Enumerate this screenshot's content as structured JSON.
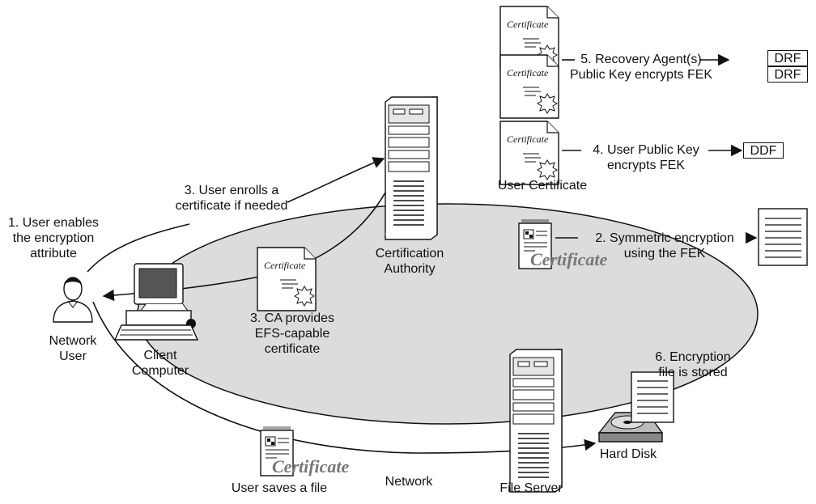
{
  "labels": {
    "user_enables": [
      "1. User enables",
      "the encryption",
      "attribute"
    ],
    "network_user": [
      "Network",
      "User"
    ],
    "client_computer": [
      "Client",
      "Computer"
    ],
    "user_enrolls": [
      "3. User enrolls a",
      "certificate if needed"
    ],
    "certification_authority": [
      "Certification",
      "Authority"
    ],
    "ca_provides": [
      "3. CA provides",
      "EFS-capable",
      "certificate"
    ],
    "recovery_agent": [
      "5. Recovery Agent(s)",
      "Public Key encrypts FEK"
    ],
    "user_public_key": [
      "4. User Public Key",
      "encrypts FEK"
    ],
    "user_certificate": "User Certificate",
    "symmetric": [
      "2. Symmetric encryption",
      "using the FEK"
    ],
    "encryption_stored": [
      "6. Encryption",
      "file is stored"
    ],
    "hard_disk": "Hard Disk",
    "file_server": "File Server",
    "network": "Network",
    "user_saves": "User saves a file"
  },
  "boxes": {
    "drf_1": "DRF",
    "drf_2": "DRF",
    "ddf": "DDF"
  },
  "certificate_text": "Certificate",
  "icons": [
    "network-user-icon",
    "client-computer-icon",
    "server-icon",
    "certificate-icon",
    "document-icon",
    "hard-disk-icon"
  ]
}
